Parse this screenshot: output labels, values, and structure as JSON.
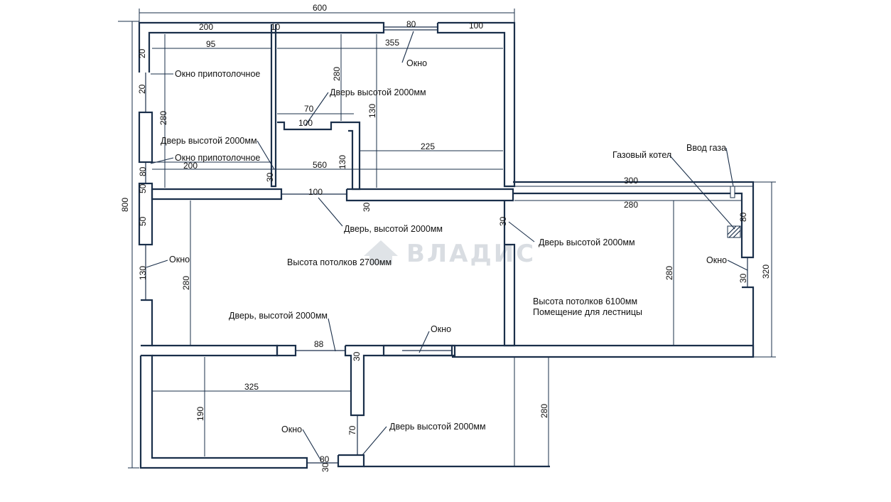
{
  "watermark": "ВЛАДИС",
  "dimensions": {
    "overall_width": "600",
    "overall_height": "800",
    "top_200": "200",
    "top_10": "10",
    "top_80": "80",
    "top_100": "100",
    "room1_95": "95",
    "room2_355": "355",
    "left_20a": "20",
    "left_20b": "20",
    "left_280": "280",
    "left_80": "80",
    "left_50a": "50",
    "left_50b": "50",
    "left_130": "130",
    "inner_280": "280",
    "inner_130": "130",
    "inner_70": "70",
    "inner_100s": "100",
    "inner_225": "225",
    "line_200": "200",
    "line_560": "560",
    "inner_30a": "30",
    "inner_130b": "130",
    "bottom_100": "100",
    "bottom_30": "30",
    "mid_30": "30",
    "ext_300": "300",
    "ext_280h": "280",
    "ext_80": "80",
    "ext_30": "30",
    "ext_280v": "280",
    "ext_320": "320",
    "hall_280": "280",
    "corr_88": "88",
    "corr_30": "30",
    "low_325": "325",
    "low_190": "190",
    "low_70": "70",
    "low_80": "80",
    "low_30": "30",
    "right_280": "280"
  },
  "labels": {
    "window_ceiling_1": "Окно припотолочное",
    "window_ceiling_2": "Окно припотолочное",
    "window_top": "Окно",
    "door_2000_top": "Дверь высотой 2000мм",
    "door_2000_left": "Дверь высотой 2000мм",
    "door_2000_mid": "Дверь, высотой 2000мм",
    "door_2000_right": "Дверь высотой 2000мм",
    "ceiling_2700": "Высота потолков 2700мм",
    "window_left": "Окно",
    "door_2000_corr": "Дверь, высотой 2000мм",
    "window_corr": "Окно",
    "ceiling_6100": "Высота потолков 6100мм",
    "stair_room": "Помещение для лестницы",
    "gas_boiler": "Газовый котел",
    "gas_inlet": "Ввод газа",
    "window_ext": "Окно",
    "window_low": "Окно",
    "door_2000_low": "Дверь высотой 2000мм"
  }
}
